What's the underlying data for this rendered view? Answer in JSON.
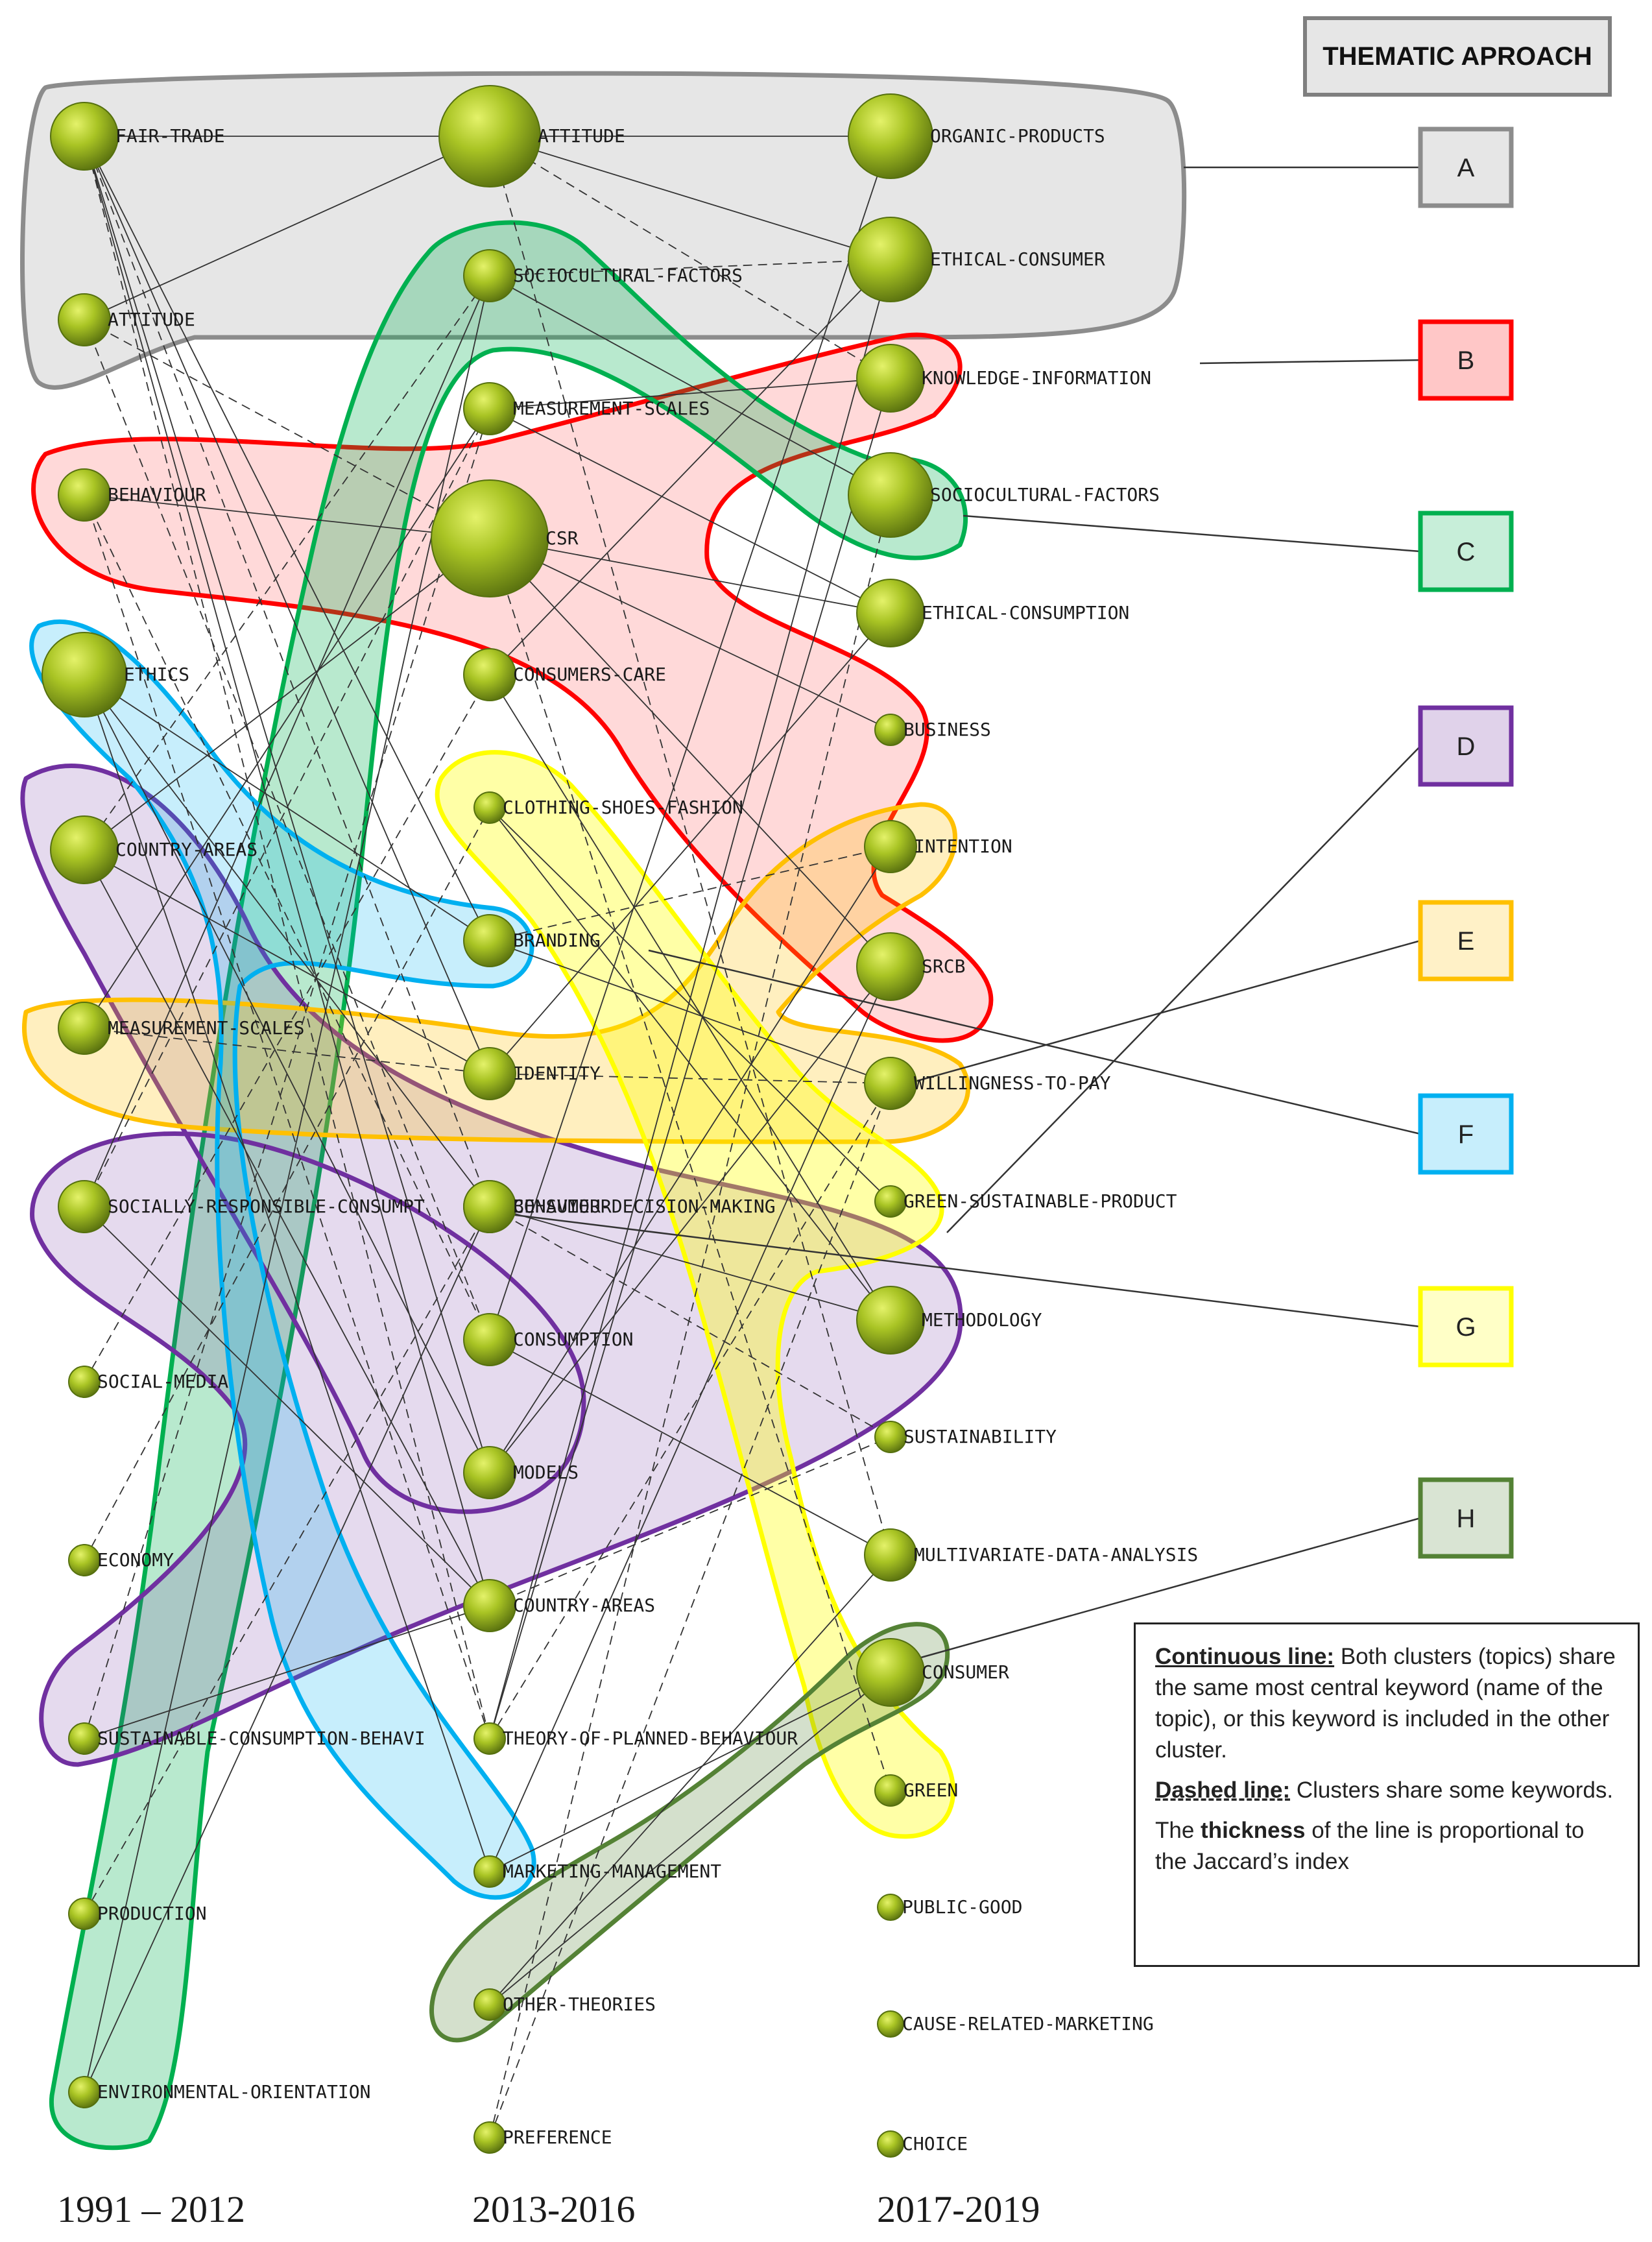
{
  "title": "THEMATIC APROACH",
  "periods": [
    "1991 – 2012",
    "2013-2016",
    "2017-2019"
  ],
  "colors": {
    "A": "#8c8c8c",
    "B": "#ff0000",
    "C": "#00b050",
    "D": "#7030a0",
    "E": "#ffc000",
    "F": "#00b0f0",
    "G": "#ffff00",
    "H": "#548235",
    "node": "#9ab520"
  },
  "thematic_boxes": [
    {
      "id": "A",
      "label": "A"
    },
    {
      "id": "B",
      "label": "B"
    },
    {
      "id": "C",
      "label": "C"
    },
    {
      "id": "D",
      "label": "D"
    },
    {
      "id": "E",
      "label": "E"
    },
    {
      "id": "F",
      "label": "F"
    },
    {
      "id": "G",
      "label": "G"
    },
    {
      "id": "H",
      "label": "H"
    }
  ],
  "nodes": [
    {
      "id": "p1-fair-trade",
      "period": 1,
      "label": "FAIR-TRADE",
      "size": 2
    },
    {
      "id": "p1-attitude",
      "period": 1,
      "label": "ATTITUDE",
      "size": 1
    },
    {
      "id": "p1-behaviour",
      "period": 1,
      "label": "BEHAVIOUR",
      "size": 1
    },
    {
      "id": "p1-ethics",
      "period": 1,
      "label": "ETHICS",
      "size": 3
    },
    {
      "id": "p1-country-areas",
      "period": 1,
      "label": "COUNTRY-AREAS",
      "size": 2
    },
    {
      "id": "p1-measurement-scales",
      "period": 1,
      "label": "MEASUREMENT-SCALES",
      "size": 1
    },
    {
      "id": "p1-socially-responsible",
      "period": 1,
      "label": "SOCIALLY-RESPONSIBLE-CONSUMPT",
      "size": 1
    },
    {
      "id": "p1-social-media",
      "period": 1,
      "label": "SOCIAL-MEDIA",
      "size": 0
    },
    {
      "id": "p1-economy",
      "period": 1,
      "label": "ECONOMY",
      "size": 0
    },
    {
      "id": "p1-sustainable-consumption",
      "period": 1,
      "label": "SUSTAINABLE-CONSUMPTION-BEHAVI",
      "size": 0
    },
    {
      "id": "p1-production",
      "period": 1,
      "label": "PRODUCTION",
      "size": 0
    },
    {
      "id": "p1-environmental-orientation",
      "period": 1,
      "label": "ENVIRONMENTAL-ORIENTATION",
      "size": 0
    },
    {
      "id": "p2-attitude",
      "period": 2,
      "label": "ATTITUDE",
      "size": 4
    },
    {
      "id": "p2-sociocultural-factors",
      "period": 2,
      "label": "SOCIOCULTURAL-FACTORS",
      "size": 1
    },
    {
      "id": "p2-measurement-scales",
      "period": 2,
      "label": "MEASUREMENT-SCALES",
      "size": 1
    },
    {
      "id": "p2-csr",
      "period": 2,
      "label": "CSR",
      "size": 5
    },
    {
      "id": "p2-consumers-care",
      "period": 2,
      "label": "CONSUMERS-CARE",
      "size": 1
    },
    {
      "id": "p2-clothing",
      "period": 2,
      "label": "CLOTHING-SHOES-FASHION",
      "size": 0
    },
    {
      "id": "p2-branding",
      "period": 2,
      "label": "BRANDING",
      "size": 1
    },
    {
      "id": "p2-identity",
      "period": 2,
      "label": "IDENTITY",
      "size": 1
    },
    {
      "id": "p2-consumer-decision",
      "period": 2,
      "label": "CONSUMER-DECISION-MAKING",
      "size": 1
    },
    {
      "id": "p2-behaviour",
      "period": 2,
      "label": "BEHAVIOUR",
      "size": 1
    },
    {
      "id": "p2-consumption",
      "period": 2,
      "label": "CONSUMPTION",
      "size": 1
    },
    {
      "id": "p2-models",
      "period": 2,
      "label": "MODELS",
      "size": 1
    },
    {
      "id": "p2-country-areas",
      "period": 2,
      "label": "COUNTRY-AREAS",
      "size": 1
    },
    {
      "id": "p2-tpb",
      "period": 2,
      "label": "THEORY-OF-PLANNED-BEHAVIOUR",
      "size": 0
    },
    {
      "id": "p2-marketing-management",
      "period": 2,
      "label": "MARKETING-MANAGEMENT",
      "size": 0
    },
    {
      "id": "p2-other-theories",
      "period": 2,
      "label": "OTHER-THEORIES",
      "size": 0
    },
    {
      "id": "p2-preference",
      "period": 2,
      "label": "PREFERENCE",
      "size": 0
    },
    {
      "id": "p3-organic-products",
      "period": 3,
      "label": "ORGANIC-PRODUCTS",
      "size": 3
    },
    {
      "id": "p3-ethical-consumer",
      "period": 3,
      "label": "ETHICAL-CONSUMER",
      "size": 3
    },
    {
      "id": "p3-knowledge-information",
      "period": 3,
      "label": "KNOWLEDGE-INFORMATION",
      "size": 2
    },
    {
      "id": "p3-sociocultural-factors",
      "period": 3,
      "label": "SOCIOCULTURAL-FACTORS",
      "size": 3
    },
    {
      "id": "p3-ethical-consumption",
      "period": 3,
      "label": "ETHICAL-CONSUMPTION",
      "size": 2
    },
    {
      "id": "p3-business",
      "period": 3,
      "label": "BUSINESS",
      "size": 0
    },
    {
      "id": "p3-intention",
      "period": 3,
      "label": "INTENTION",
      "size": 1
    },
    {
      "id": "p3-srcb",
      "period": 3,
      "label": "SRCB",
      "size": 2
    },
    {
      "id": "p3-willingness-to-pay",
      "period": 3,
      "label": "WILLINGNESS-TO-PAY",
      "size": 1
    },
    {
      "id": "p3-green-sustainable-product",
      "period": 3,
      "label": "GREEN-SUSTAINABLE-PRODUCT",
      "size": 0
    },
    {
      "id": "p3-methodology",
      "period": 3,
      "label": "METHODOLOGY",
      "size": 2
    },
    {
      "id": "p3-sustainability",
      "period": 3,
      "label": "SUSTAINABILITY",
      "size": 0
    },
    {
      "id": "p3-multivariate",
      "period": 3,
      "label": "MULTIVARIATE-DATA-ANALYSIS",
      "size": 1
    },
    {
      "id": "p3-consumer",
      "period": 3,
      "label": "CONSUMER",
      "size": 2
    },
    {
      "id": "p3-green",
      "period": 3,
      "label": "GREEN",
      "size": 0
    },
    {
      "id": "p3-public-good",
      "period": 3,
      "label": "PUBLIC-GOOD",
      "size": -1
    },
    {
      "id": "p3-cause-related-marketing",
      "period": 3,
      "label": "CAUSE-RELATED-MARKETING",
      "size": -1
    },
    {
      "id": "p3-choice",
      "period": 3,
      "label": "CHOICE",
      "size": -1
    }
  ],
  "edges": [
    {
      "from": "p1-fair-trade",
      "to": "p2-attitude",
      "style": "solid"
    },
    {
      "from": "p1-attitude",
      "to": "p2-attitude",
      "style": "solid"
    },
    {
      "from": "p1-fair-trade",
      "to": "p2-branding",
      "style": "solid"
    },
    {
      "from": "p1-fair-trade",
      "to": "p2-identity",
      "style": "solid"
    },
    {
      "from": "p1-fair-trade",
      "to": "p2-consumer-decision",
      "style": "dashed"
    },
    {
      "from": "p1-fair-trade",
      "to": "p2-models",
      "style": "solid"
    },
    {
      "from": "p1-fair-trade",
      "to": "p2-tpb",
      "style": "dashed"
    },
    {
      "from": "p1-fair-trade",
      "to": "p2-country-areas",
      "style": "solid"
    },
    {
      "from": "p1-attitude",
      "to": "p2-csr",
      "style": "dashed"
    },
    {
      "from": "p1-attitude",
      "to": "p2-consumption",
      "style": "dashed"
    },
    {
      "from": "p1-behaviour",
      "to": "p2-csr",
      "style": "solid"
    },
    {
      "from": "p1-behaviour",
      "to": "p2-consumption",
      "style": "dashed"
    },
    {
      "from": "p1-behaviour",
      "to": "p2-tpb",
      "style": "dashed"
    },
    {
      "from": "p1-ethics",
      "to": "p2-branding",
      "style": "solid"
    },
    {
      "from": "p1-ethics",
      "to": "p2-consumer-decision",
      "style": "solid"
    },
    {
      "from": "p1-ethics",
      "to": "p2-models",
      "style": "solid"
    },
    {
      "from": "p1-ethics",
      "to": "p2-marketing-management",
      "style": "solid"
    },
    {
      "from": "p1-country-areas",
      "to": "p2-country-areas",
      "style": "solid"
    },
    {
      "from": "p1-country-areas",
      "to": "p2-csr",
      "style": "solid"
    },
    {
      "from": "p1-country-areas",
      "to": "p2-sociocultural-factors",
      "style": "dashed"
    },
    {
      "from": "p1-country-areas",
      "to": "p2-identity",
      "style": "solid"
    },
    {
      "from": "p1-measurement-scales",
      "to": "p2-measurement-scales",
      "style": "solid"
    },
    {
      "from": "p1-measurement-scales",
      "to": "p2-identity",
      "style": "dashed"
    },
    {
      "from": "p1-socially-responsible",
      "to": "p2-sociocultural-factors",
      "style": "solid"
    },
    {
      "from": "p1-socially-responsible",
      "to": "p2-country-areas",
      "style": "solid"
    },
    {
      "from": "p1-socially-responsible",
      "to": "p2-measurement-scales",
      "style": "dashed"
    },
    {
      "from": "p1-social-media",
      "to": "p2-consumers-care",
      "style": "dashed"
    },
    {
      "from": "p1-economy",
      "to": "p2-clothing",
      "style": "dashed"
    },
    {
      "from": "p1-sustainable-consumption",
      "to": "p2-country-areas",
      "style": "solid"
    },
    {
      "from": "p1-sustainable-consumption",
      "to": "p2-measurement-scales",
      "style": "dashed"
    },
    {
      "from": "p1-production",
      "to": "p2-consumer-decision",
      "style": "dashed"
    },
    {
      "from": "p1-environmental-orientation",
      "to": "p2-sociocultural-factors",
      "style": "solid"
    },
    {
      "from": "p1-environmental-orientation",
      "to": "p2-behaviour",
      "style": "solid"
    },
    {
      "from": "p2-attitude",
      "to": "p3-organic-products",
      "style": "solid"
    },
    {
      "from": "p2-attitude",
      "to": "p3-ethical-consumer",
      "style": "solid"
    },
    {
      "from": "p2-attitude",
      "to": "p3-knowledge-information",
      "style": "dashed"
    },
    {
      "from": "p2-attitude",
      "to": "p3-multivariate",
      "style": "dashed"
    },
    {
      "from": "p2-sociocultural-factors",
      "to": "p3-sociocultural-factors",
      "style": "solid"
    },
    {
      "from": "p2-sociocultural-factors",
      "to": "p3-ethical-consumer",
      "style": "dashed"
    },
    {
      "from": "p2-measurement-scales",
      "to": "p3-knowledge-information",
      "style": "solid"
    },
    {
      "from": "p2-measurement-scales",
      "to": "p3-ethical-consumption",
      "style": "solid"
    },
    {
      "from": "p2-csr",
      "to": "p3-business",
      "style": "solid"
    },
    {
      "from": "p2-csr",
      "to": "p3-ethical-consumption",
      "style": "solid"
    },
    {
      "from": "p2-csr",
      "to": "p3-srcb",
      "style": "solid"
    },
    {
      "from": "p2-csr",
      "to": "p3-green",
      "style": "dashed"
    },
    {
      "from": "p2-consumers-care",
      "to": "p3-ethical-consumer",
      "style": "solid"
    },
    {
      "from": "p2-consumers-care",
      "to": "p3-methodology",
      "style": "solid"
    },
    {
      "from": "p2-clothing",
      "to": "p3-green-sustainable-product",
      "style": "solid"
    },
    {
      "from": "p2-clothing",
      "to": "p3-methodology",
      "style": "solid"
    },
    {
      "from": "p2-branding",
      "to": "p3-intention",
      "style": "dashed"
    },
    {
      "from": "p2-branding",
      "to": "p3-willingness-to-pay",
      "style": "solid"
    },
    {
      "from": "p2-identity",
      "to": "p3-willingness-to-pay",
      "style": "dashed"
    },
    {
      "from": "p2-identity",
      "to": "p3-ethical-consumption",
      "style": "solid"
    },
    {
      "from": "p2-consumer-decision",
      "to": "p3-methodology",
      "style": "solid"
    },
    {
      "from": "p2-consumer-decision",
      "to": "p3-sustainability",
      "style": "dashed"
    },
    {
      "from": "p2-consumption",
      "to": "p3-organic-products",
      "style": "solid"
    },
    {
      "from": "p2-consumption",
      "to": "p3-multivariate",
      "style": "solid"
    },
    {
      "from": "p2-models",
      "to": "p3-intention",
      "style": "solid"
    },
    {
      "from": "p2-models",
      "to": "p3-srcb",
      "style": "solid"
    },
    {
      "from": "p2-country-areas",
      "to": "p3-sustainability",
      "style": "dashed"
    },
    {
      "from": "p2-tpb",
      "to": "p3-knowledge-information",
      "style": "solid"
    },
    {
      "from": "p2-tpb",
      "to": "p3-ethical-consumer",
      "style": "solid"
    },
    {
      "from": "p2-tpb",
      "to": "p3-willingness-to-pay",
      "style": "dashed"
    },
    {
      "from": "p2-marketing-management",
      "to": "p3-srcb",
      "style": "solid"
    },
    {
      "from": "p2-marketing-management",
      "to": "p3-consumer",
      "style": "solid"
    },
    {
      "from": "p2-other-theories",
      "to": "p3-consumer",
      "style": "solid"
    },
    {
      "from": "p2-other-theories",
      "to": "p3-multivariate",
      "style": "solid"
    },
    {
      "from": "p2-preference",
      "to": "p3-willingness-to-pay",
      "style": "dashed"
    },
    {
      "from": "p2-preference",
      "to": "p3-sociocultural-factors",
      "style": "dashed"
    }
  ],
  "legend": {
    "continuous_key": "Continuous line:",
    "continuous_text": "Both clusters (topics) share the same most central keyword (name of the topic), or this keyword is included in the other cluster.",
    "dashed_key": "Dashed line:",
    "dashed_text": "Clusters share some keywords.",
    "thickness_prefix": "The ",
    "thickness_key": "thickness",
    "thickness_suffix": " of the line is proportional to the Jaccard’s index"
  }
}
